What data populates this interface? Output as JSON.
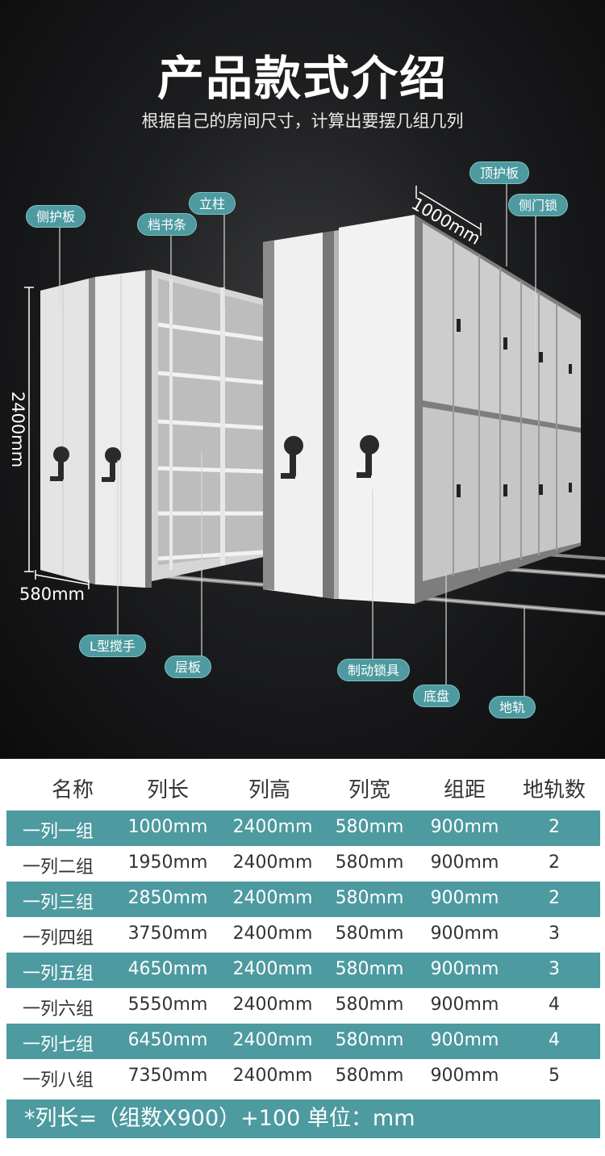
{
  "header": {
    "title": "产品款式介绍",
    "subtitle": "根据自己的房间尺寸，计算出要摆几组几列"
  },
  "labels": {
    "side_panel": "侧护板",
    "book_stopper": "档书条",
    "column": "立柱",
    "top_panel": "顶护板",
    "side_lock": "侧门锁",
    "l_handle": "L型搅手",
    "shelf": "层板",
    "brake_lock": "制动锁具",
    "chassis": "底盘",
    "rail": "地轨"
  },
  "dimensions": {
    "height": "2400mm",
    "depth": "1000mm",
    "width": "580mm"
  },
  "table": {
    "headers": [
      "名称",
      "列长",
      "列高",
      "列宽",
      "组距",
      "地轨数"
    ],
    "rows": [
      [
        "一列一组",
        "1000mm",
        "2400mm",
        "580mm",
        "900mm",
        "2"
      ],
      [
        "一列二组",
        "1950mm",
        "2400mm",
        "580mm",
        "900mm",
        "2"
      ],
      [
        "一列三组",
        "2850mm",
        "2400mm",
        "580mm",
        "900mm",
        "2"
      ],
      [
        "一列四组",
        "3750mm",
        "2400mm",
        "580mm",
        "900mm",
        "3"
      ],
      [
        "一列五组",
        "4650mm",
        "2400mm",
        "580mm",
        "900mm",
        "3"
      ],
      [
        "一列六组",
        "5550mm",
        "2400mm",
        "580mm",
        "900mm",
        "4"
      ],
      [
        "一列七组",
        "6450mm",
        "2400mm",
        "580mm",
        "900mm",
        "4"
      ],
      [
        "一列八组",
        "7350mm",
        "2400mm",
        "580mm",
        "900mm",
        "5"
      ]
    ]
  },
  "footer": {
    "formula": "*列长=（组数X900）+100 单位：mm"
  },
  "colors": {
    "accent": "#4d9aa0",
    "background": "#1d1e20"
  }
}
